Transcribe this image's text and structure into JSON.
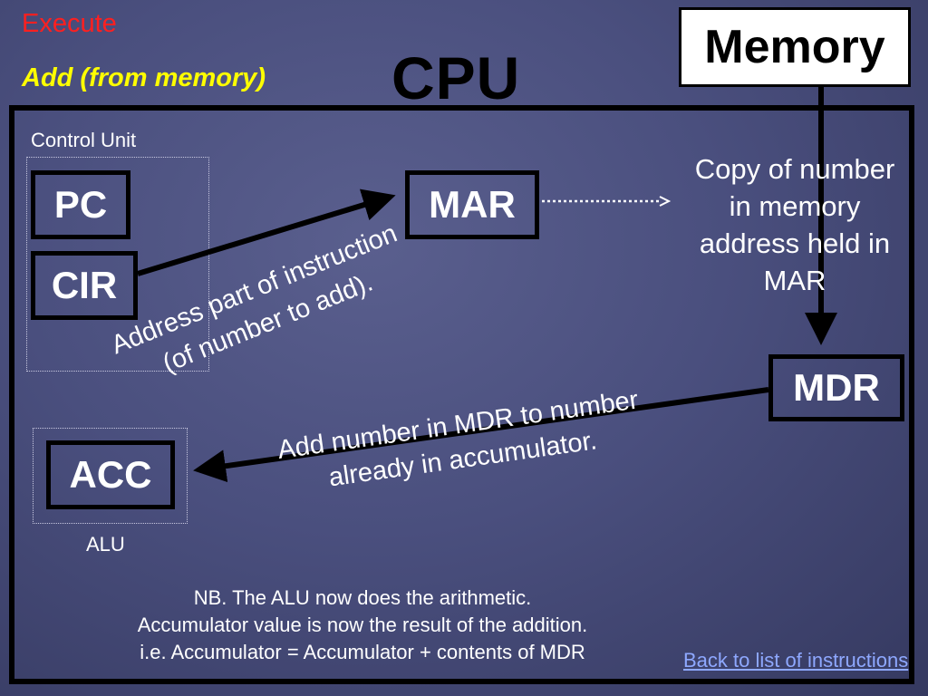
{
  "slide": {
    "step": "Execute",
    "instruction": "Add (from memory)",
    "cpu_title": "CPU"
  },
  "memory": {
    "label": "Memory"
  },
  "control_unit": {
    "label": "Control Unit"
  },
  "alu": {
    "label": "ALU"
  },
  "registers": {
    "pc": "PC",
    "cir": "CIR",
    "mar": "MAR",
    "mdr": "MDR",
    "acc": "ACC"
  },
  "annotations": {
    "copy_note": "Copy of number in memory address held in MAR",
    "address_part_line1": "Address part of instruction",
    "address_part_line2": "(of number to add).",
    "add_line1": "Add number in MDR to number",
    "add_line2": "already in accumulator."
  },
  "notes": {
    "line1": "NB. The ALU now does the arithmetic.",
    "line2": "Accumulator value is now  the result of the addition.",
    "line3": "i.e. Accumulator = Accumulator + contents of MDR"
  },
  "nav": {
    "back_link": "Back to list of instructions"
  },
  "colors": {
    "step": "#ff2020",
    "instruction": "#ffff00",
    "link": "#8ea8ff"
  }
}
